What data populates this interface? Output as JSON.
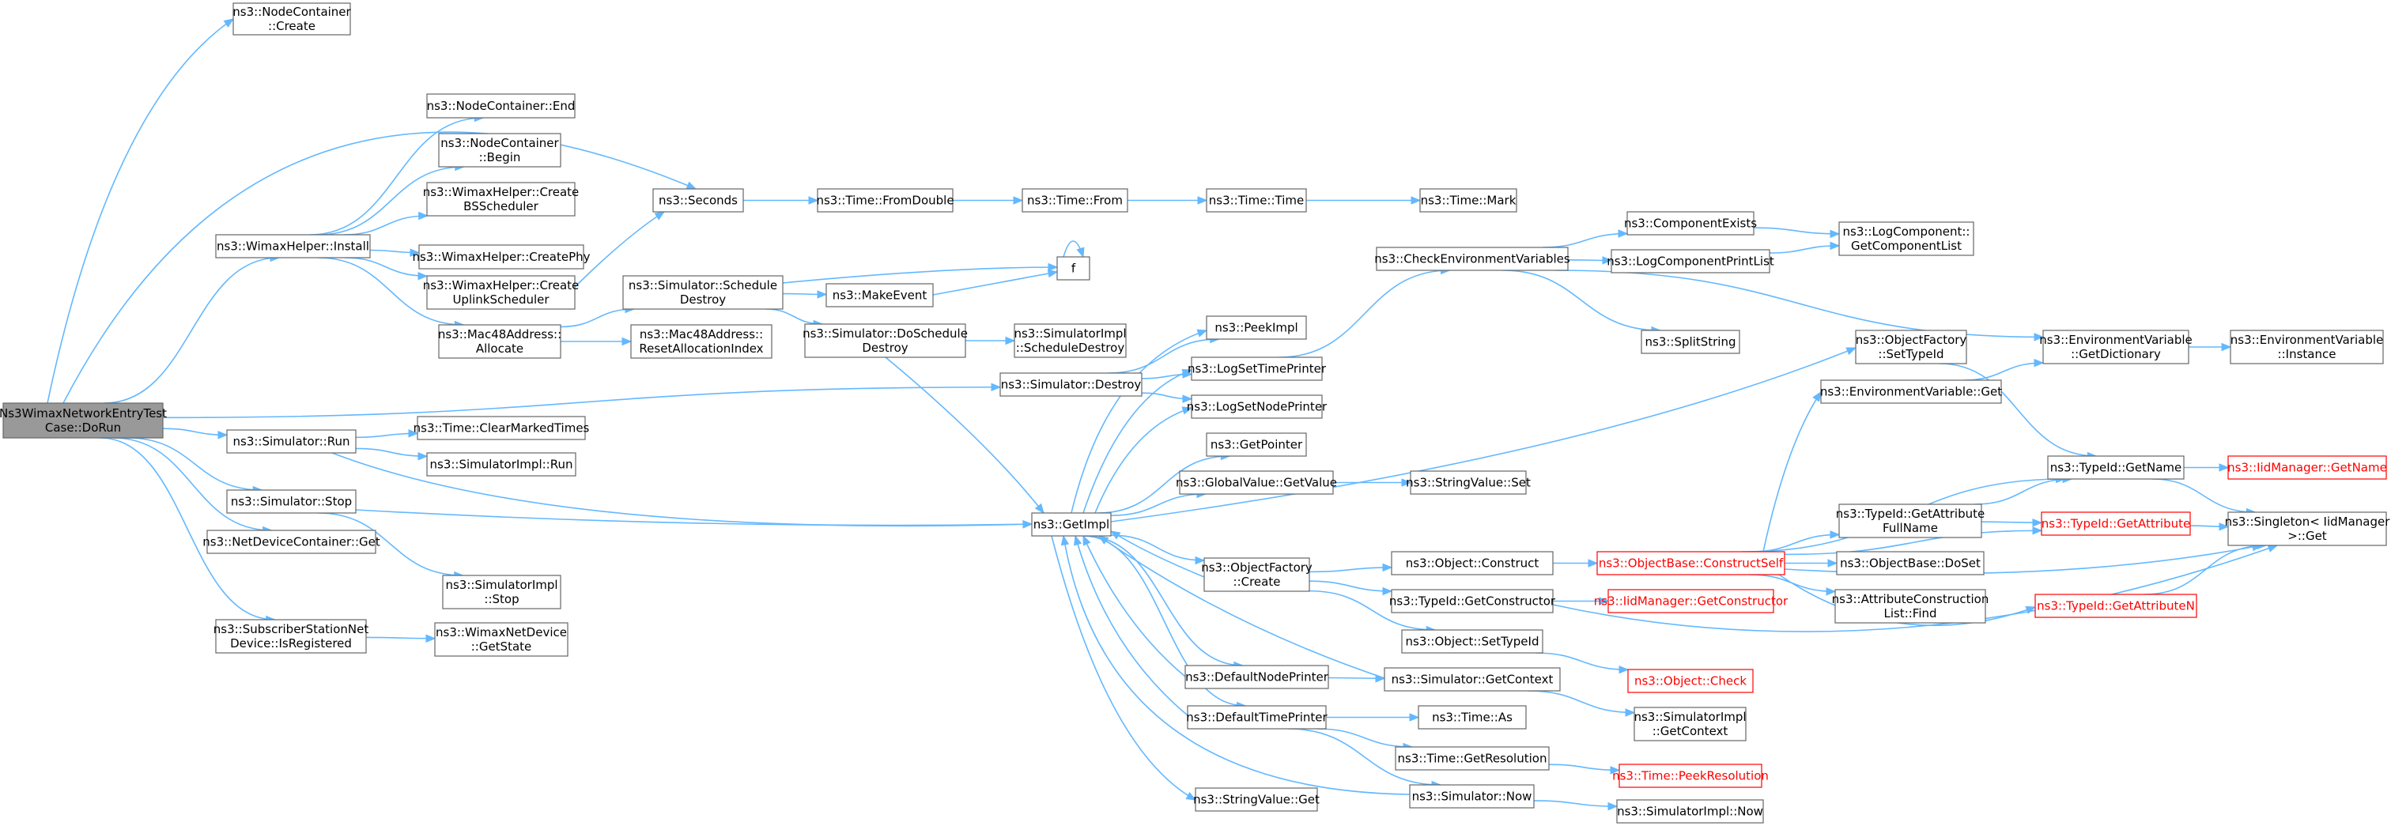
{
  "graph": {
    "nodes": [
      {
        "id": "dorun",
        "lines": [
          "Ns3WimaxNetworkEntryTest",
          "Case::DoRun"
        ],
        "style": "root"
      },
      {
        "id": "nc_create",
        "lines": [
          "ns3::NodeContainer",
          "::Create"
        ]
      },
      {
        "id": "nc_end",
        "lines": [
          "ns3::NodeContainer::End"
        ]
      },
      {
        "id": "nc_begin",
        "lines": [
          "ns3::NodeContainer",
          "::Begin"
        ]
      },
      {
        "id": "wh_bs",
        "lines": [
          "ns3::WimaxHelper::Create",
          "BSScheduler"
        ]
      },
      {
        "id": "wh_phy",
        "lines": [
          "ns3::WimaxHelper::CreatePhy"
        ]
      },
      {
        "id": "wh_ul",
        "lines": [
          "ns3::WimaxHelper::Create",
          "UplinkScheduler"
        ]
      },
      {
        "id": "wh_install",
        "lines": [
          "ns3::WimaxHelper::Install"
        ]
      },
      {
        "id": "mac_alloc",
        "lines": [
          "ns3::Mac48Address::",
          "Allocate"
        ]
      },
      {
        "id": "mac_reset",
        "lines": [
          "ns3::Mac48Address::",
          "ResetAllocationIndex"
        ]
      },
      {
        "id": "seconds",
        "lines": [
          "ns3::Seconds"
        ]
      },
      {
        "id": "t_fromdouble",
        "lines": [
          "ns3::Time::FromDouble"
        ]
      },
      {
        "id": "t_from",
        "lines": [
          "ns3::Time::From"
        ]
      },
      {
        "id": "t_time",
        "lines": [
          "ns3::Time::Time"
        ]
      },
      {
        "id": "t_mark",
        "lines": [
          "ns3::Time::Mark"
        ]
      },
      {
        "id": "sim_sched",
        "lines": [
          "ns3::Simulator::Schedule",
          "Destroy"
        ]
      },
      {
        "id": "makeevent",
        "lines": [
          "ns3::MakeEvent"
        ]
      },
      {
        "id": "f",
        "lines": [
          "f"
        ]
      },
      {
        "id": "sim_dosched",
        "lines": [
          "ns3::Simulator::DoSchedule",
          "Destroy"
        ]
      },
      {
        "id": "simimpl_sched",
        "lines": [
          "ns3::SimulatorImpl",
          "::ScheduleDestroy"
        ]
      },
      {
        "id": "sim_destroy",
        "lines": [
          "ns3::Simulator::Destroy"
        ]
      },
      {
        "id": "sim_run",
        "lines": [
          "ns3::Simulator::Run"
        ]
      },
      {
        "id": "t_clear",
        "lines": [
          "ns3::Time::ClearMarkedTimes"
        ]
      },
      {
        "id": "simimpl_run",
        "lines": [
          "ns3::SimulatorImpl::Run"
        ]
      },
      {
        "id": "sim_stop",
        "lines": [
          "ns3::Simulator::Stop"
        ]
      },
      {
        "id": "ndc_get",
        "lines": [
          "ns3::NetDeviceContainer::Get"
        ]
      },
      {
        "id": "simimpl_stop",
        "lines": [
          "ns3::SimulatorImpl",
          "::Stop"
        ]
      },
      {
        "id": "ss_isreg",
        "lines": [
          "ns3::SubscriberStationNet",
          "Device::IsRegistered"
        ]
      },
      {
        "id": "wnd_getstate",
        "lines": [
          "ns3::WimaxNetDevice",
          "::GetState"
        ]
      },
      {
        "id": "getimpl",
        "lines": [
          "ns3::GetImpl"
        ]
      },
      {
        "id": "peekimpl",
        "lines": [
          "ns3::PeekImpl"
        ]
      },
      {
        "id": "logsettime",
        "lines": [
          "ns3::LogSetTimePrinter"
        ]
      },
      {
        "id": "logsetnode",
        "lines": [
          "ns3::LogSetNodePrinter"
        ]
      },
      {
        "id": "getpointer",
        "lines": [
          "ns3::GetPointer"
        ]
      },
      {
        "id": "gv_getvalue",
        "lines": [
          "ns3::GlobalValue::GetValue"
        ]
      },
      {
        "id": "sv_set",
        "lines": [
          "ns3::StringValue::Set"
        ]
      },
      {
        "id": "of_create",
        "lines": [
          "ns3::ObjectFactory",
          "::Create"
        ]
      },
      {
        "id": "defnode",
        "lines": [
          "ns3::DefaultNodePrinter"
        ]
      },
      {
        "id": "deftime",
        "lines": [
          "ns3::DefaultTimePrinter"
        ]
      },
      {
        "id": "sv_get",
        "lines": [
          "ns3::StringValue::Get"
        ]
      },
      {
        "id": "checkenv",
        "lines": [
          "ns3::CheckEnvironmentVariables"
        ]
      },
      {
        "id": "compexists",
        "lines": [
          "ns3::ComponentExists"
        ]
      },
      {
        "id": "logcompprint",
        "lines": [
          "ns3::LogComponentPrintList"
        ]
      },
      {
        "id": "splitstring",
        "lines": [
          "ns3::SplitString"
        ]
      },
      {
        "id": "logcomp_getlist",
        "lines": [
          "ns3::LogComponent::",
          "GetComponentList"
        ]
      },
      {
        "id": "obj_construct",
        "lines": [
          "ns3::Object::Construct"
        ]
      },
      {
        "id": "tid_getctor",
        "lines": [
          "ns3::TypeId::GetConstructor"
        ]
      },
      {
        "id": "obj_settypeid",
        "lines": [
          "ns3::Object::SetTypeId"
        ]
      },
      {
        "id": "sim_getctx",
        "lines": [
          "ns3::Simulator::GetContext"
        ]
      },
      {
        "id": "t_as",
        "lines": [
          "ns3::Time::As"
        ]
      },
      {
        "id": "t_getres",
        "lines": [
          "ns3::Time::GetResolution"
        ]
      },
      {
        "id": "sim_now",
        "lines": [
          "ns3::Simulator::Now"
        ]
      },
      {
        "id": "ob_constructself",
        "lines": [
          "ns3::ObjectBase::ConstructSelf"
        ],
        "style": "red"
      },
      {
        "id": "iid_getctor",
        "lines": [
          "ns3::IidManager::GetConstructor"
        ],
        "style": "red"
      },
      {
        "id": "obj_check",
        "lines": [
          "ns3::Object::Check"
        ],
        "style": "red"
      },
      {
        "id": "simimpl_getctx",
        "lines": [
          "ns3::SimulatorImpl",
          "::GetContext"
        ]
      },
      {
        "id": "t_peekres",
        "lines": [
          "ns3::Time::PeekResolution"
        ],
        "style": "red"
      },
      {
        "id": "simimpl_now",
        "lines": [
          "ns3::SimulatorImpl::Now"
        ]
      },
      {
        "id": "of_settypeid",
        "lines": [
          "ns3::ObjectFactory",
          "::SetTypeId"
        ]
      },
      {
        "id": "envvar_get",
        "lines": [
          "ns3::EnvironmentVariable::Get"
        ]
      },
      {
        "id": "tid_getattrfull",
        "lines": [
          "ns3::TypeId::GetAttribute",
          "FullName"
        ]
      },
      {
        "id": "ob_doset",
        "lines": [
          "ns3::ObjectBase::DoSet"
        ]
      },
      {
        "id": "attrlist_find",
        "lines": [
          "ns3::AttributeConstruction",
          "List::Find"
        ]
      },
      {
        "id": "envvar_getdict",
        "lines": [
          "ns3::EnvironmentVariable",
          "::GetDictionary"
        ]
      },
      {
        "id": "envvar_inst",
        "lines": [
          "ns3::EnvironmentVariable",
          "::Instance"
        ]
      },
      {
        "id": "tid_getname",
        "lines": [
          "ns3::TypeId::GetName"
        ]
      },
      {
        "id": "iid_getname",
        "lines": [
          "ns3::IidManager::GetName"
        ],
        "style": "red"
      },
      {
        "id": "tid_getattr",
        "lines": [
          "ns3::TypeId::GetAttribute"
        ],
        "style": "red"
      },
      {
        "id": "tid_getattrn",
        "lines": [
          "ns3::TypeId::GetAttributeN"
        ],
        "style": "red"
      },
      {
        "id": "singleton_get",
        "lines": [
          "ns3::Singleton< IidManager",
          ">::Get"
        ]
      }
    ],
    "edges": [
      [
        "dorun",
        "nc_create"
      ],
      [
        "dorun",
        "seconds"
      ],
      [
        "dorun",
        "wh_install"
      ],
      [
        "dorun",
        "sim_destroy"
      ],
      [
        "dorun",
        "sim_run"
      ],
      [
        "dorun",
        "sim_stop"
      ],
      [
        "dorun",
        "ndc_get"
      ],
      [
        "dorun",
        "ss_isreg"
      ],
      [
        "wh_install",
        "nc_end"
      ],
      [
        "wh_install",
        "nc_begin"
      ],
      [
        "wh_install",
        "wh_bs"
      ],
      [
        "wh_install",
        "wh_phy"
      ],
      [
        "wh_install",
        "wh_ul"
      ],
      [
        "wh_install",
        "mac_alloc"
      ],
      [
        "wh_ul",
        "seconds"
      ],
      [
        "seconds",
        "t_fromdouble"
      ],
      [
        "t_fromdouble",
        "t_from"
      ],
      [
        "t_from",
        "t_time"
      ],
      [
        "t_time",
        "t_mark"
      ],
      [
        "mac_alloc",
        "sim_sched"
      ],
      [
        "mac_alloc",
        "mac_reset"
      ],
      [
        "sim_sched",
        "f"
      ],
      [
        "sim_sched",
        "makeevent"
      ],
      [
        "sim_sched",
        "sim_dosched"
      ],
      [
        "makeevent",
        "f"
      ],
      [
        "f",
        "f"
      ],
      [
        "sim_dosched",
        "simimpl_sched"
      ],
      [
        "sim_dosched",
        "getimpl"
      ],
      [
        "sim_destroy",
        "peekimpl"
      ],
      [
        "sim_destroy",
        "logsettime"
      ],
      [
        "sim_destroy",
        "logsetnode"
      ],
      [
        "sim_run",
        "t_clear"
      ],
      [
        "sim_run",
        "simimpl_run"
      ],
      [
        "sim_run",
        "getimpl"
      ],
      [
        "sim_stop",
        "getimpl"
      ],
      [
        "sim_stop",
        "simimpl_stop"
      ],
      [
        "ss_isreg",
        "wnd_getstate"
      ],
      [
        "getimpl",
        "peekimpl"
      ],
      [
        "getimpl",
        "logsettime"
      ],
      [
        "getimpl",
        "logsetnode"
      ],
      [
        "getimpl",
        "getpointer"
      ],
      [
        "getimpl",
        "gv_getvalue"
      ],
      [
        "getimpl",
        "of_create"
      ],
      [
        "getimpl",
        "defnode"
      ],
      [
        "getimpl",
        "deftime"
      ],
      [
        "getimpl",
        "sv_get"
      ],
      [
        "getimpl",
        "of_settypeid"
      ],
      [
        "of_create",
        "getimpl"
      ],
      [
        "defnode",
        "getimpl"
      ],
      [
        "deftime",
        "getimpl"
      ],
      [
        "sim_now",
        "getimpl"
      ],
      [
        "sim_getctx",
        "getimpl"
      ],
      [
        "gv_getvalue",
        "sv_set"
      ],
      [
        "logsettime",
        "checkenv"
      ],
      [
        "checkenv",
        "compexists"
      ],
      [
        "checkenv",
        "logcompprint"
      ],
      [
        "checkenv",
        "splitstring"
      ],
      [
        "checkenv",
        "envvar_getdict"
      ],
      [
        "compexists",
        "logcomp_getlist"
      ],
      [
        "logcompprint",
        "logcomp_getlist"
      ],
      [
        "of_create",
        "obj_construct"
      ],
      [
        "of_create",
        "tid_getctor"
      ],
      [
        "of_create",
        "obj_settypeid"
      ],
      [
        "obj_construct",
        "ob_constructself"
      ],
      [
        "tid_getctor",
        "iid_getctor"
      ],
      [
        "tid_getctor",
        "singleton_get"
      ],
      [
        "obj_settypeid",
        "obj_check"
      ],
      [
        "defnode",
        "sim_getctx"
      ],
      [
        "sim_getctx",
        "simimpl_getctx"
      ],
      [
        "deftime",
        "t_as"
      ],
      [
        "deftime",
        "t_getres"
      ],
      [
        "deftime",
        "sim_now"
      ],
      [
        "t_getres",
        "t_peekres"
      ],
      [
        "sim_now",
        "simimpl_now"
      ],
      [
        "ob_constructself",
        "envvar_get"
      ],
      [
        "ob_constructself",
        "tid_getattrfull"
      ],
      [
        "ob_constructself",
        "tid_getname"
      ],
      [
        "ob_constructself",
        "tid_getattr"
      ],
      [
        "ob_constructself",
        "ob_doset"
      ],
      [
        "ob_constructself",
        "attrlist_find"
      ],
      [
        "ob_constructself",
        "tid_getattrn"
      ],
      [
        "ob_constructself",
        "singleton_get"
      ],
      [
        "of_settypeid",
        "tid_getname"
      ],
      [
        "envvar_get",
        "envvar_getdict"
      ],
      [
        "envvar_getdict",
        "envvar_inst"
      ],
      [
        "tid_getattrfull",
        "tid_getname"
      ],
      [
        "tid_getattrfull",
        "tid_getattr"
      ],
      [
        "tid_getname",
        "iid_getname"
      ],
      [
        "tid_getname",
        "singleton_get"
      ],
      [
        "tid_getattr",
        "singleton_get"
      ],
      [
        "tid_getattrn",
        "singleton_get"
      ]
    ]
  }
}
